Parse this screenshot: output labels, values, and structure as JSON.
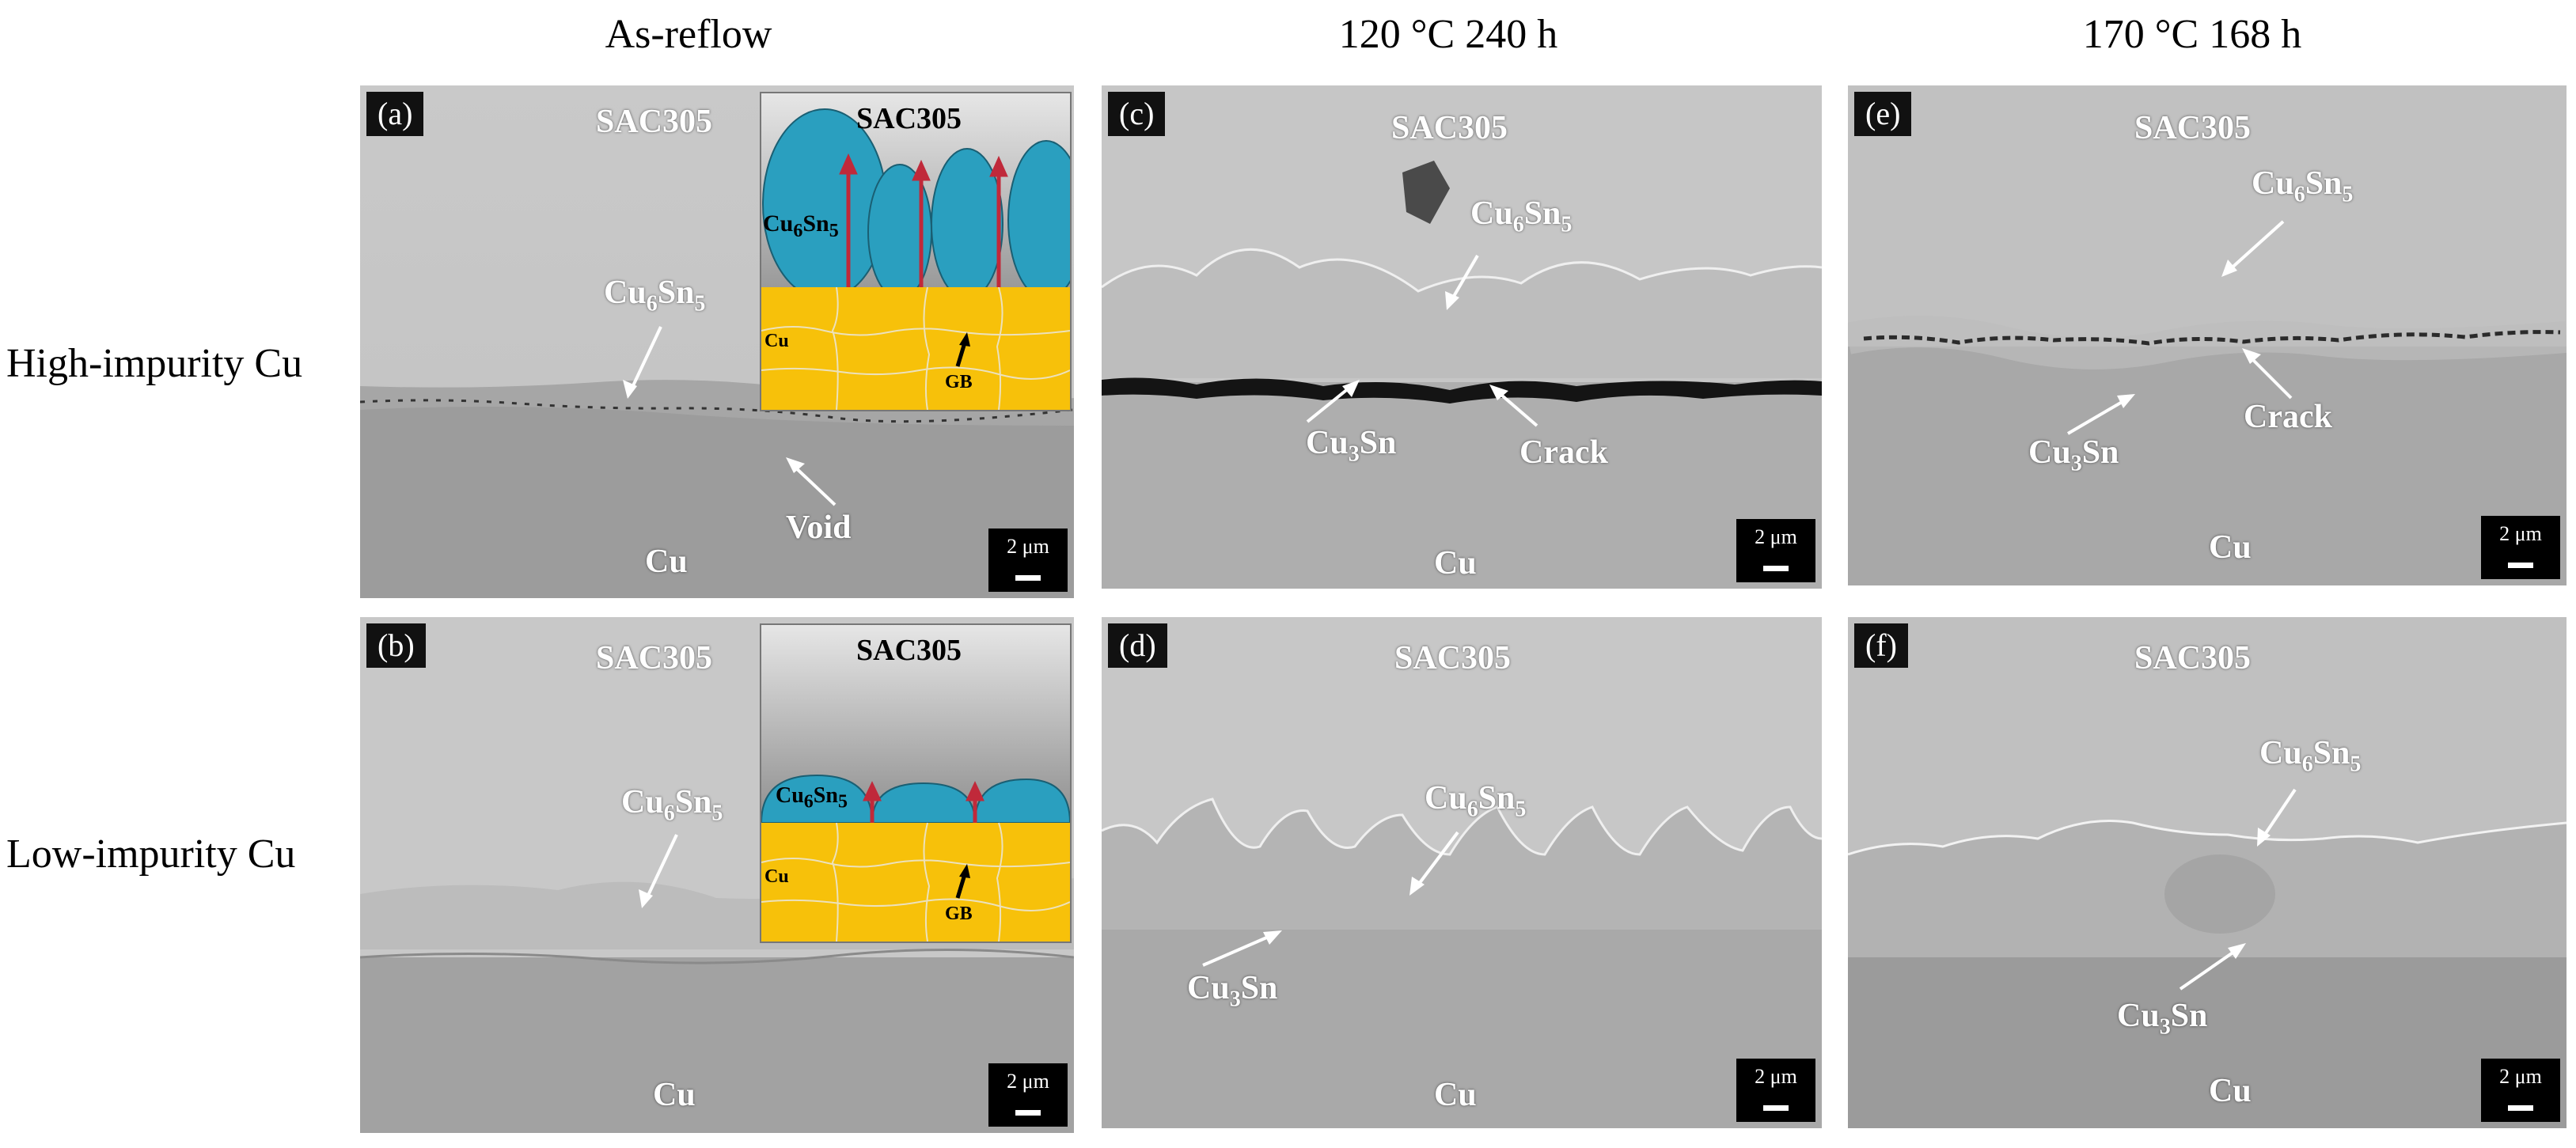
{
  "columns": {
    "as_reflow": "As-reflow",
    "c120": "120 °C  240 h",
    "c170": "170 °C  168 h"
  },
  "rows": {
    "high": "High-impurity  Cu",
    "low": "Low-impurity Cu"
  },
  "common": {
    "solder": "SAC305",
    "substrate": "Cu",
    "scale": "2 μm",
    "cu6": "Cu",
    "sub6": "6",
    "sn": "Sn",
    "sub5": "5",
    "sub3": "3",
    "void": "Void",
    "crack": "Crack",
    "gb": "GB"
  },
  "panels": {
    "a": "(a)",
    "b": "(b)",
    "c": "(c)",
    "d": "(d)",
    "e": "(e)",
    "f": "(f)"
  },
  "colors": {
    "imc_blue": "#2a9fbf",
    "copper_gold": "#f7c10a",
    "arrow_red": "#c0293a",
    "sem_gray": "#b8b8b8"
  }
}
